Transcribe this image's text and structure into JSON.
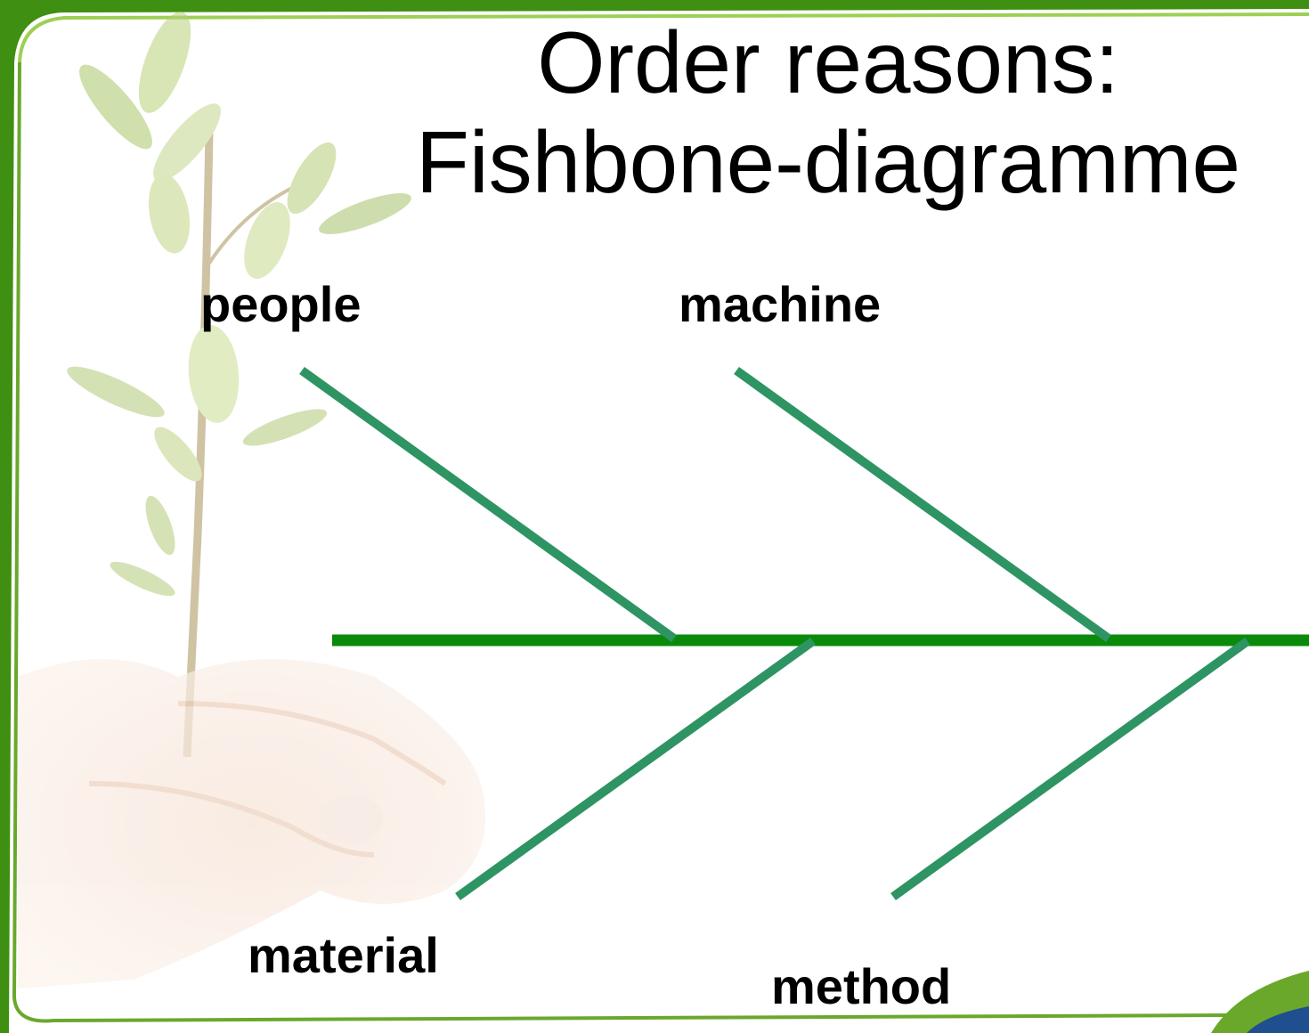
{
  "title_line1": "Order reasons:",
  "title_line2": "Fishbone-diagramme",
  "causes": {
    "people": "people",
    "machine": "machine",
    "material": "material",
    "method": "method"
  },
  "colors": {
    "spine": "#0a8a0a",
    "bone": "#2e9463",
    "frame": "#5aa020"
  },
  "background": {
    "photo": "hands-holding-seedling"
  }
}
